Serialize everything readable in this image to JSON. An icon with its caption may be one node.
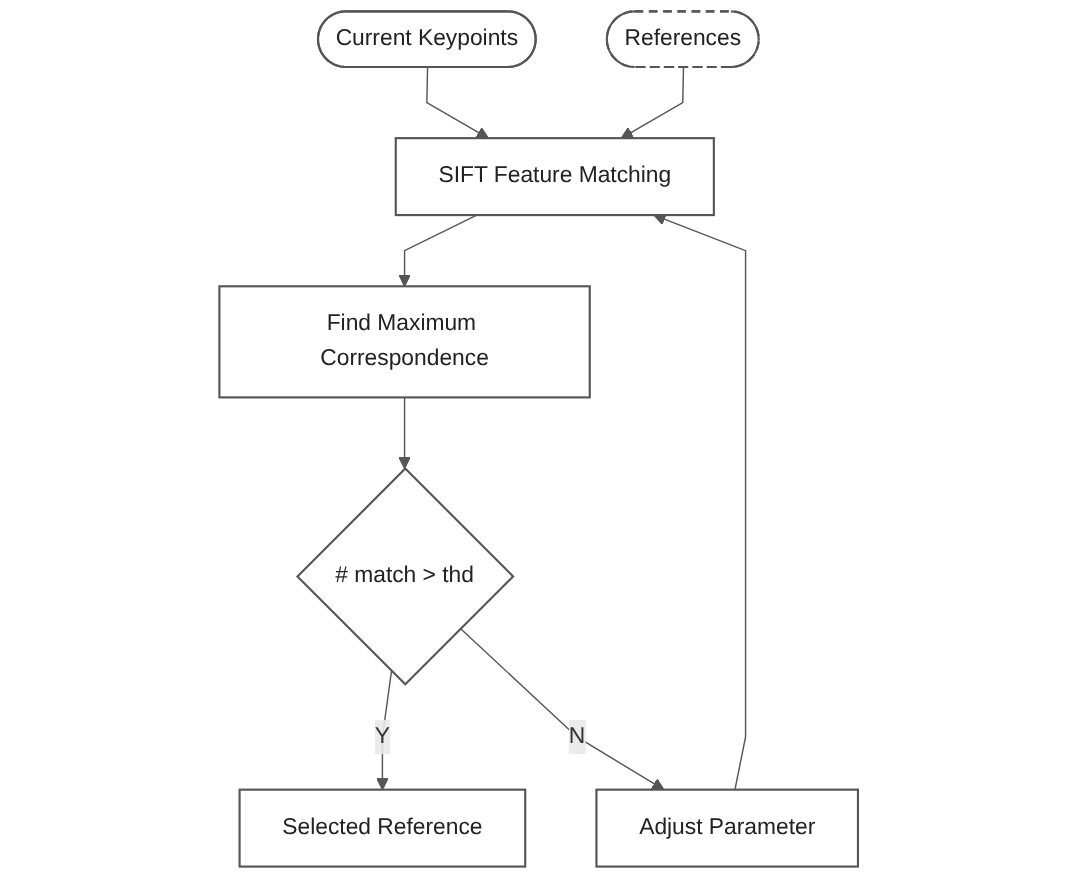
{
  "diagram": {
    "nodes": [
      {
        "text": [
          "Current Keypoints"
        ]
      },
      {
        "text": [
          "References"
        ]
      },
      {
        "text": [
          "SIFT Feature Matching"
        ]
      },
      {
        "text": [
          "Find Maximum Correspondence"
        ]
      },
      {
        "text": [
          "# match > thd"
        ]
      },
      {
        "text": [
          "Selected Reference"
        ]
      },
      {
        "text": [
          "Adjust Parameter"
        ]
      }
    ],
    "edges": [
      {
        "from": 0,
        "to": 2,
        "arrow": "to"
      },
      {
        "from": 1,
        "to": 2,
        "arrow": "to"
      },
      {
        "from": 2,
        "to": 3,
        "arrow": "to"
      },
      {
        "from": 3,
        "to": 4,
        "arrow": "to"
      },
      {
        "from": 4,
        "to": 5,
        "arrow": "to",
        "label": "Y"
      },
      {
        "from": 4,
        "to": 6,
        "arrow": "to",
        "label": "N"
      },
      {
        "from": 6,
        "to": 2,
        "arrow": "to"
      }
    ]
  }
}
